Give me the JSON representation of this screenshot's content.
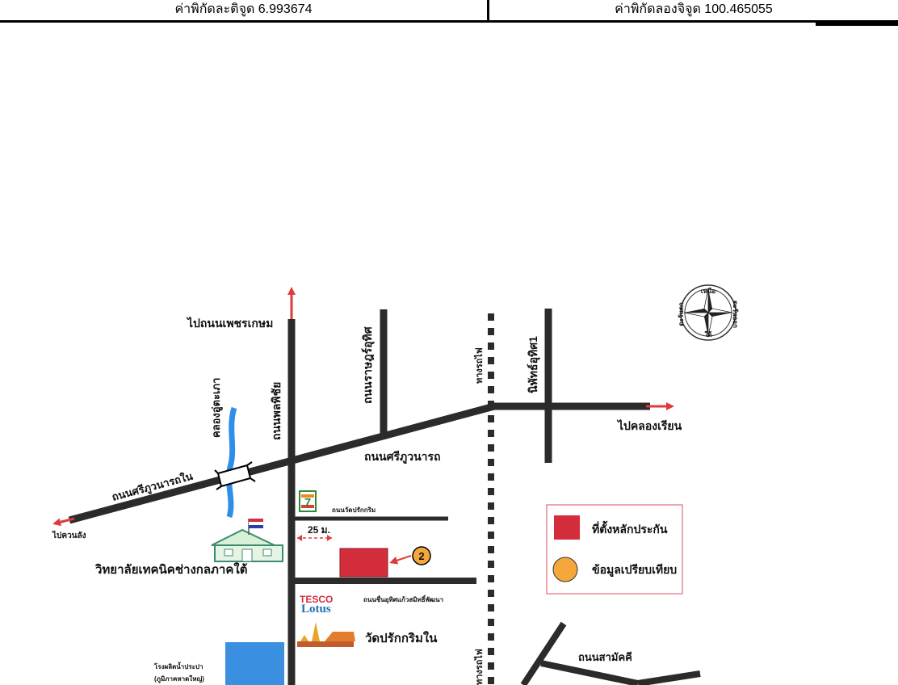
{
  "header": {
    "latitude": "ค่าพิกัดละติจูด 6.993674",
    "longitude": "ค่าพิกัดลองจิจูด 100.465055"
  },
  "roads": {
    "north_dest": "ไปถนนเพชรเกษม",
    "phonphichai": "ถนนพลพิชัย",
    "ratburana": "ถนนราษฎร์อุทิศ",
    "railway": "ทางรถไฟ",
    "railway_bottom": "ทางรถไฟ",
    "niphatuthit": "นิพัทธ์อุทิศ1",
    "east_dest": "ไปคลองเรียน",
    "sriphuwanart": "ถนนศรีภูวนารถ",
    "sriphuwanart_nai": "ถนนศรีภูวนารถใน",
    "west_dest": "ไปควนลัง",
    "canal": "คลองอู่ตะเภา",
    "wat_prak_road": "ถนนวัดปรักกริม",
    "chuenutit_road": "ถนนชื่นอุทิศแก้วสมิทธิ์พัฒนา",
    "samakkhi": "ถนนสามัคคี"
  },
  "places": {
    "college": "วิทยาลัยเทคนิคช่างกลภาคใต้",
    "distance": "25 ม.",
    "temple": "วัดปรักกริมใน",
    "waterworks_line1": "โรงผลิตน้ำประปา",
    "waterworks_line2": "(ภูมิภาคหาดใหญ่)",
    "seven_eleven": "7",
    "tesco_line1": "TESCO",
    "tesco_line2": "Lotus",
    "comparable_number": "2"
  },
  "compass": {
    "north": "เหนือ",
    "south": "ใต้",
    "east": "ตะวันออก",
    "west": "ตะวันตก"
  },
  "legend": {
    "collateral_label": "ที่ตั้งหลักประกัน",
    "comparable_label": "ข้อมูลเปรียบเทียบ",
    "collateral_color": "#d42e3c",
    "comparable_color": "#f6a73b"
  },
  "colors": {
    "road": "#2b2b2b",
    "arrow": "#e03a3a",
    "canal": "#2f8fe8",
    "waterworks": "#3a8fe0",
    "legend_border": "#e58a95"
  }
}
